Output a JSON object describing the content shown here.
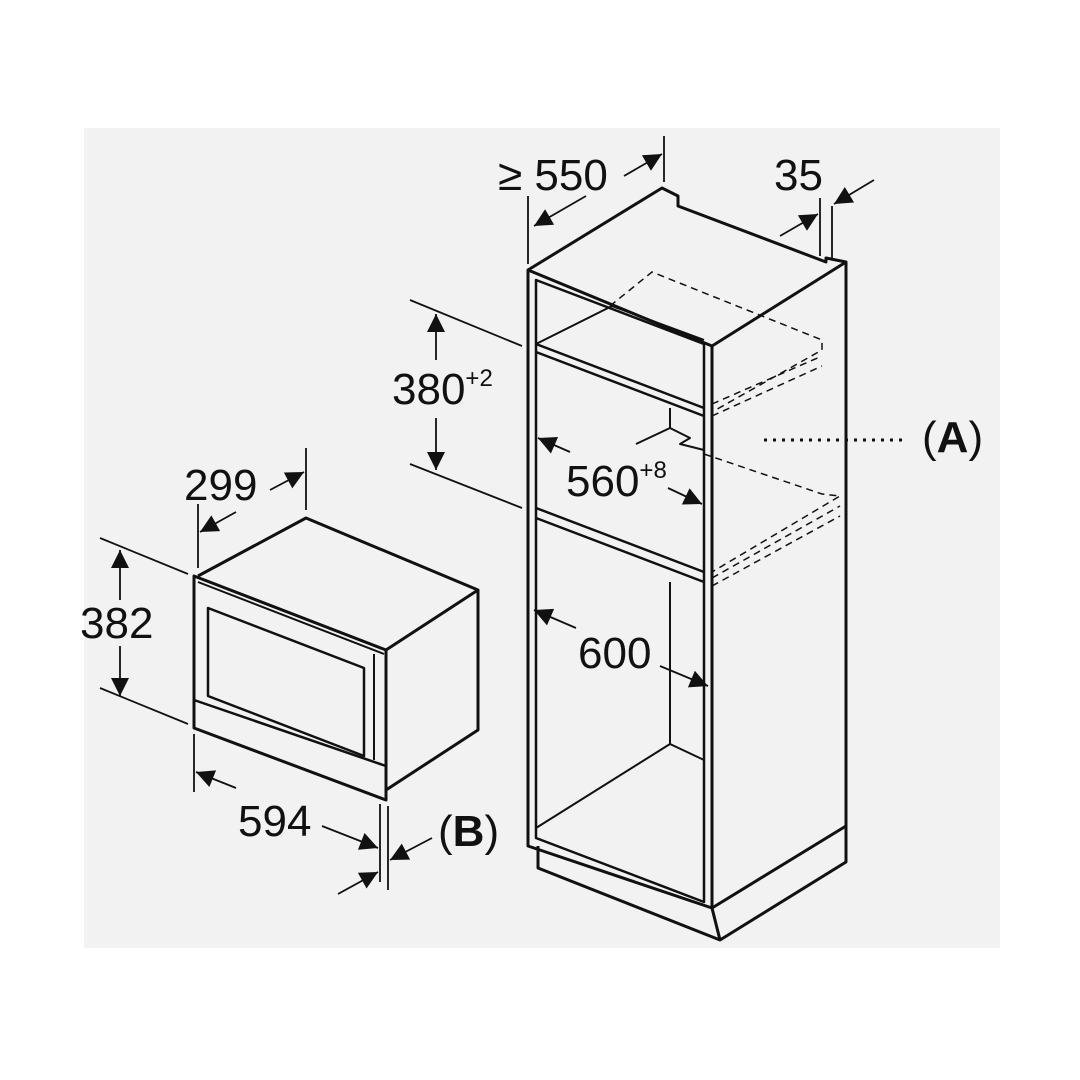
{
  "labels": {
    "depth_min": "≥ 550",
    "offset": "35",
    "niche_height": "380",
    "niche_height_tol": "+2",
    "niche_width": "560",
    "niche_width_tol": "+8",
    "cabinet_width": "600",
    "callout_a": "(A)",
    "callout_b": "(B)",
    "appliance_depth": "299",
    "appliance_height": "382",
    "appliance_width": "594"
  },
  "colors": {
    "background": "#f2f2f2",
    "line": "#111111"
  }
}
